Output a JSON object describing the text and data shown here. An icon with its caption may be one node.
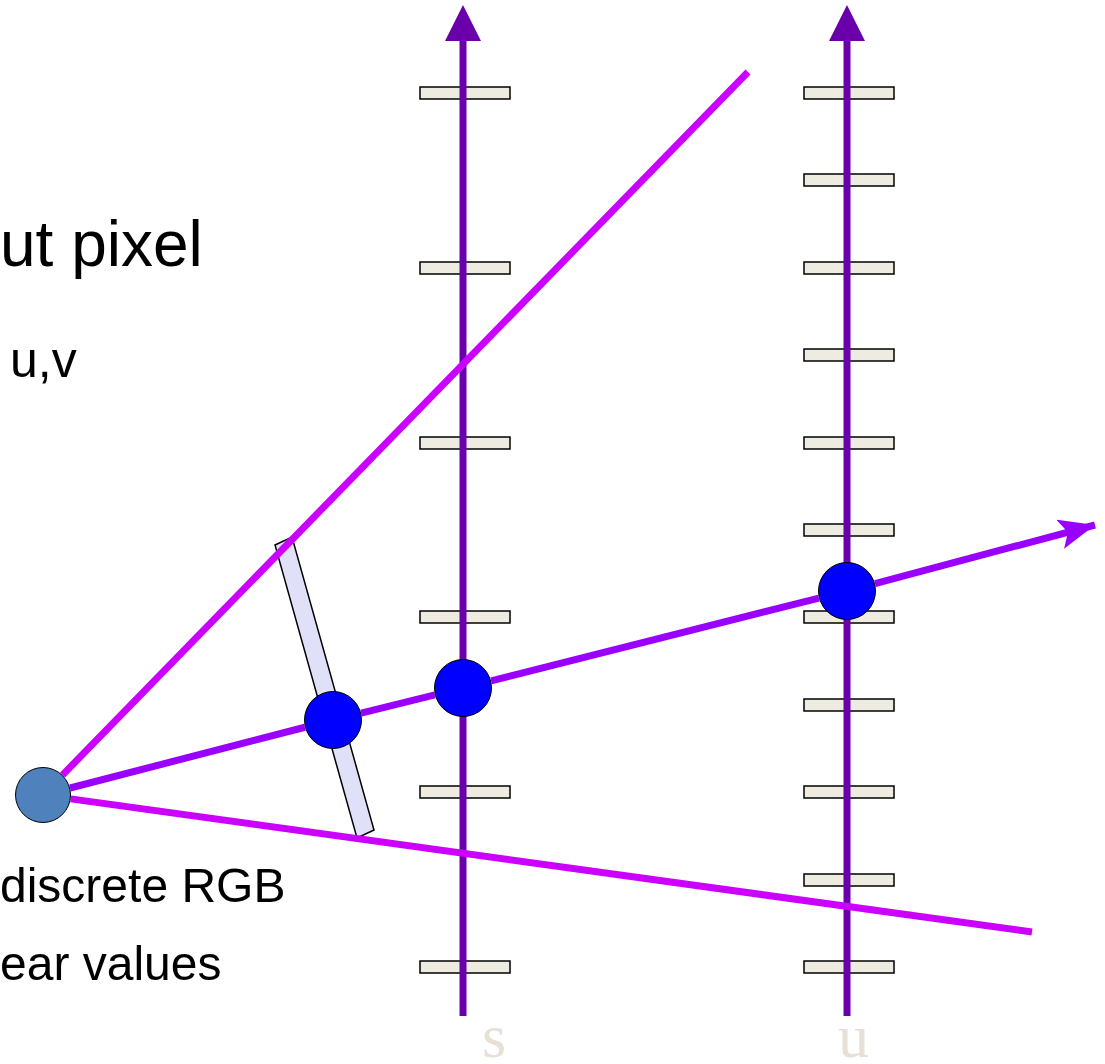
{
  "diagram": {
    "nodes": [
      {
        "text": [],
        "shape": "circle"
      },
      {
        "text": [],
        "shape": "circle"
      },
      {
        "text": [],
        "shape": "circle"
      },
      {
        "text": [],
        "shape": "circle"
      }
    ],
    "edges": [
      {
        "from": 0,
        "to": null,
        "arrow": "none",
        "color": "#cc00ff"
      },
      {
        "from": 0,
        "to": null,
        "arrow": "none",
        "color": "#cc00ff"
      },
      {
        "from": 0,
        "to": 1,
        "arrow": "none"
      },
      {
        "from": 1,
        "to": 2,
        "arrow": "none"
      },
      {
        "from": 2,
        "to": 3,
        "arrow": "none"
      },
      {
        "from": 3,
        "to": null,
        "arrow": "to"
      }
    ],
    "labels": [
      "ut pixel",
      "u,v",
      "discrete RGB",
      "ear values",
      "s",
      "u"
    ]
  }
}
